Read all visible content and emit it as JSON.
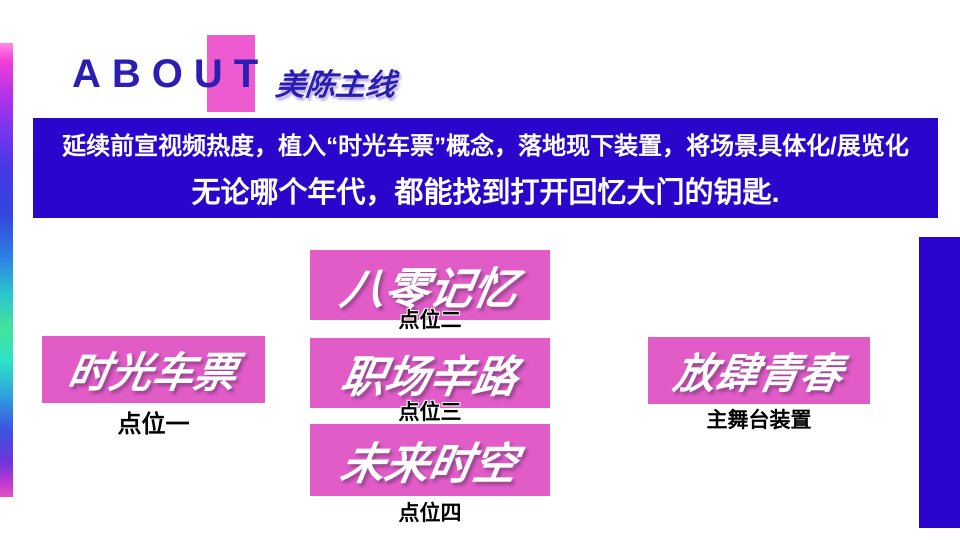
{
  "header": {
    "title": "ABOUT",
    "subtitle": "美陈主线"
  },
  "banner": {
    "line1": "延续前宣视频热度，植入“时光车票”概念，落地现下装置，将场景具体化/展览化",
    "line2": "无论哪个年代，都能找到打开回忆大门的钥匙."
  },
  "items": [
    {
      "title": "时光车票",
      "label": "点位一"
    },
    {
      "title": "八零记忆",
      "label": "点位二"
    },
    {
      "title": "职场辛路",
      "label": "点位三"
    },
    {
      "title": "未来时空",
      "label": "点位四"
    },
    {
      "title": "放肆青春",
      "label": "主舞台装置"
    }
  ],
  "colors": {
    "banner_blue": "#2a06cc",
    "side_bar_blue": "#2b05cd",
    "box_pink": "#e25cc8",
    "title_square_pink": "#ee5bd1",
    "title_text_blue": "#2c1eb2",
    "banner_text": "#ffffff",
    "label_text": "#000000"
  }
}
